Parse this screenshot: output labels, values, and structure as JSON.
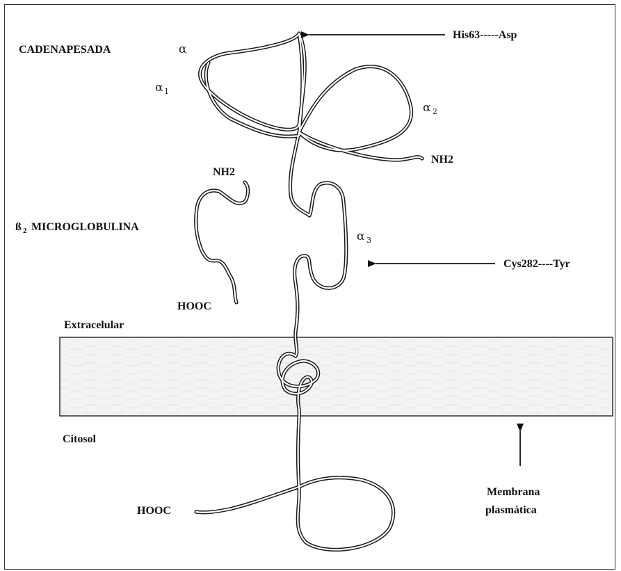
{
  "labels": {
    "heavy_chain": "CADENAPESADA",
    "heavy_chain_alpha": "α",
    "alpha1": "α",
    "alpha1_sub": "1",
    "alpha2": "α",
    "alpha2_sub": "2",
    "alpha3": "α",
    "alpha3_sub": "3",
    "mutation_top": "His63-----Asp",
    "mutation_mid": "Cys282----Tyr",
    "nh2_heavy": "NH2",
    "nh2_beta": "NH2",
    "beta2_prefix": "ß",
    "beta2_sub": "2",
    "beta2_name": "MICROGLOBULINA",
    "hooc_beta": "HOOC",
    "hooc_heavy": "HOOC",
    "extracellular": "Extracelular",
    "cytosol": "Citosol",
    "membrane_line1": "Membrana",
    "membrane_line2": "plasmática"
  },
  "colors": {
    "ink": "#111111",
    "membrane_fill": "#f4f4f4",
    "membrane_stroke": "#222222"
  }
}
